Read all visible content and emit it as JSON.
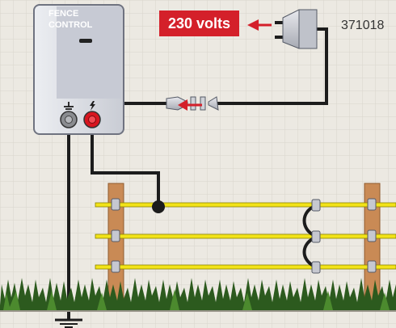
{
  "energizer": {
    "label_line1": "FENCE",
    "label_line2": "CONTROL"
  },
  "power": {
    "voltage_label": "230 volts"
  },
  "product": {
    "code": "371018"
  },
  "icons": {
    "ground": "ground-icon",
    "fence_output": "lightning-icon",
    "direction": "arrow-left-icon"
  },
  "colors": {
    "background": "#ece9e2",
    "housing": "#e3e5ea",
    "housing_panel": "#c7cad4",
    "voltage_badge": "#d4202a",
    "wire": "#f2e318",
    "post": "#c98a55",
    "cable": "#1c1c1c",
    "grass": "#2c5a1e"
  }
}
